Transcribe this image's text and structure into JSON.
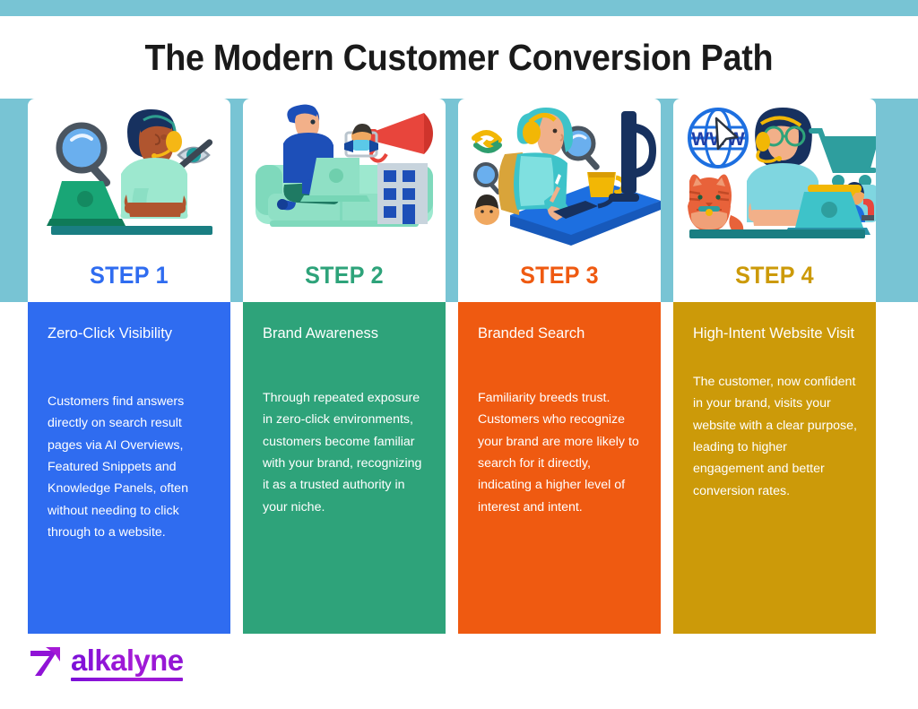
{
  "header": {
    "title": "The Modern Customer Conversion Path",
    "accent_band_color": "#78c4d4"
  },
  "steps": [
    {
      "step_label": "STEP 1",
      "title": "Zero-Click Visibility",
      "text": "Customers find answers directly on search result pages via AI Overviews, Featured Snippets and Knowledge Panels, often without needing to click through to a website.",
      "color": "#2f6cf0",
      "illustration": "person-with-headset-at-laptop-with-magnifier-and-crossed-eye"
    },
    {
      "step_label": "STEP 2",
      "title": "Brand Awareness",
      "text": "Through repeated exposure in zero-click environments, customers become familiar with your brand, recognizing it as a trusted authority in your niche.",
      "color": "#2ea37a",
      "illustration": "person-on-couch-with-laptop-megaphone-and-building"
    },
    {
      "step_label": "STEP 3",
      "title": "Branded Search",
      "text": "Familiarity breeds trust. Customers who recognize your brand are more likely to search for it directly, indicating a higher level of interest and intent.",
      "color": "#ef5a11",
      "illustration": "woman-in-hijab-at-desk-with-monitor-mug-and-search-icons"
    },
    {
      "step_label": "STEP 4",
      "title": "High-Intent Website Visit",
      "text": "The customer, now confident in your brand, visits your website with a clear purpose, leading to higher engagement and better conversion rates.",
      "color": "#cc9a09",
      "illustration": "woman-with-headset-at-laptop-with-www-globe-cat-cart-and-funnel"
    }
  ],
  "footer": {
    "logo_text": "alkalyne",
    "logo_color": "#8f16d4"
  }
}
